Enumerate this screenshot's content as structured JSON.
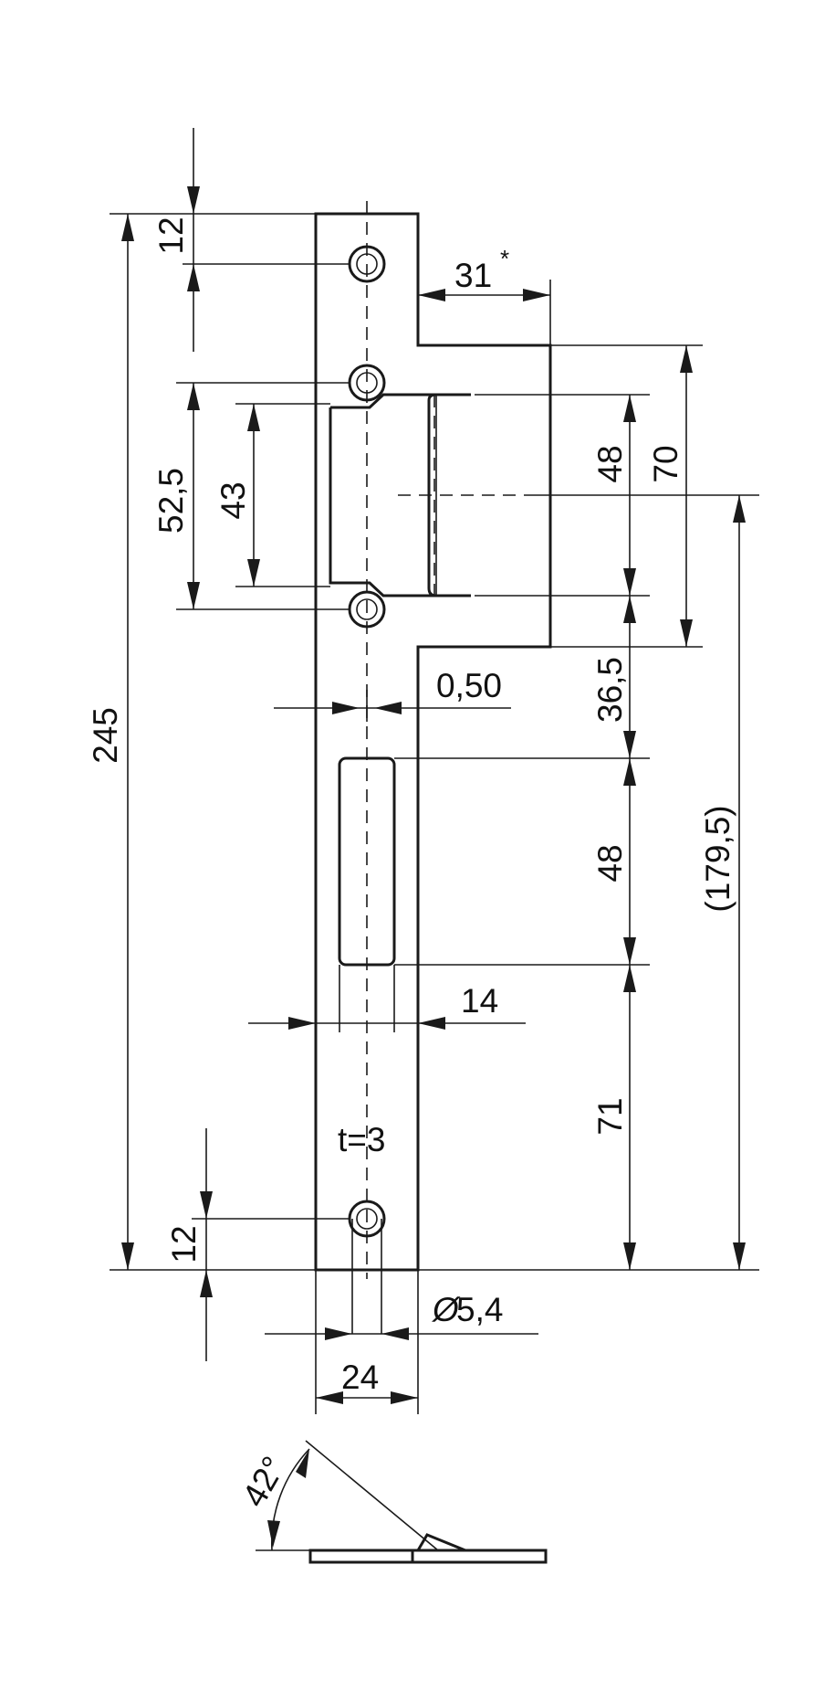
{
  "drawing": {
    "type": "technical-drawing",
    "labels": {
      "d_31": "31",
      "d_31_mark": "*",
      "d_12_top": "12",
      "d_52_5": "52,5",
      "d_43": "43",
      "d_245": "245",
      "d_48_upper": "48",
      "d_70": "70",
      "d_0_50": "0,50",
      "d_36_5": "36,5",
      "d_179_5": "(179,5)",
      "d_48_lower": "48",
      "d_14": "14",
      "d_71": "71",
      "d_t3": "t=3",
      "d_12_bottom": "12",
      "d_dia": "5,4",
      "d_24": "24",
      "d_42": "42°"
    },
    "colors": {
      "ink": "#1a1a1a",
      "background": "#ffffff"
    }
  }
}
